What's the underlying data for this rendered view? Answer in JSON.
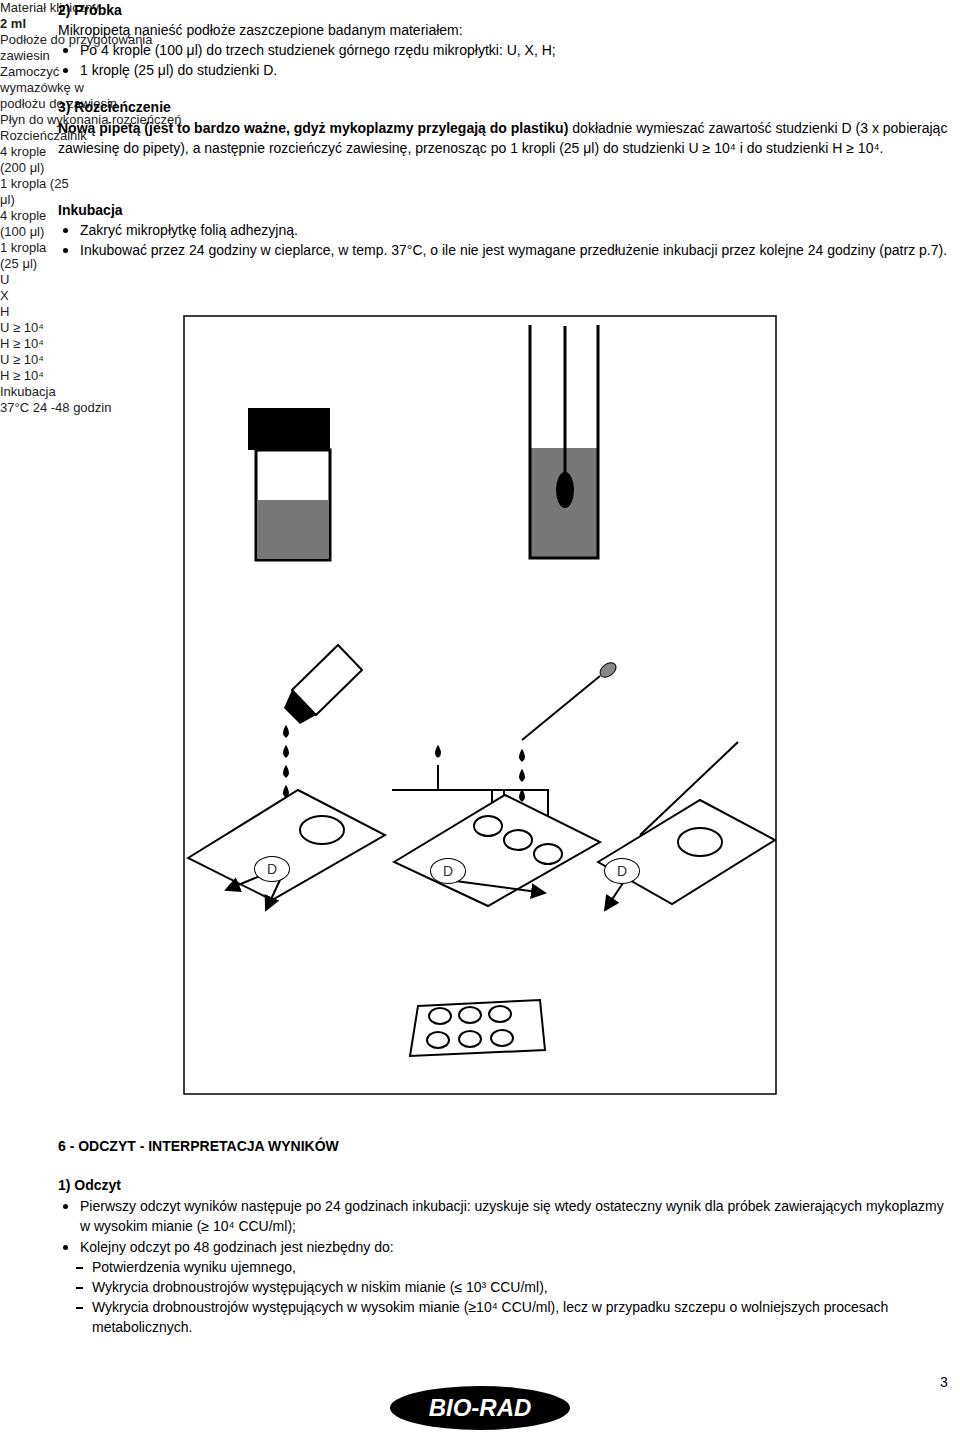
{
  "diagram": {
    "nodes": [
      {
        "text": [
          "D"
        ]
      },
      {
        "text": [
          "D"
        ]
      },
      {
        "text": [
          "D"
        ]
      }
    ],
    "labels": [
      "2) Próbka",
      "Mikropipetą nanieść podłoże zaszczepione badanym materiałem:",
      "Po 4 krople (100 μl) do trzech studzienek górnego rzędu mikropłytki: U, X, H;",
      "1 kroplę (25 μl) do studzienki D.",
      "3) Rozcieńczenie",
      "Nową pipetą (jest to bardzo ważne, gdyż mykoplazmy przylegają do plastiku)",
      "dokładnie wymieszać zawartość studzienki D (3 x pobierając zawiesinę do pipety), a następnie rozcieńczyć zawiesinę, przenosząc po 1 kropli (25 μl) do studzienki U ≥ 10⁴ i do studzienki H ≥ 10⁴.",
      "Inkubacja",
      "Zakryć mikropłytkę folią adhezyjną.",
      "Inkubować przez 24 godziny w cieplarce, w temp. 37°C, o ile nie jest wymagane przedłużenie inkubacji przez kolejne 24 godziny (patrz p.7).",
      "Materiał kliniczny",
      "2 ml",
      "Podłoże do przygotowania zawiesin",
      "Zamoczyć wymazówkę w podłożu do zawiesin",
      "Płyn do wykonania rozcieńczeń",
      "Rozcieńczalnik",
      "4 krople (200 μl)",
      "1 kropla (25 μl)",
      "4 krople (100 μl)",
      "1 kropla (25 μl)",
      "U",
      "X",
      "H",
      "U ≥ 10⁴",
      "H ≥ 10⁴",
      "U ≥ 10⁴",
      "H ≥ 10⁴",
      "Inkubacja",
      "37°C 24 -48 godzin",
      "6 - ODCZYT - INTERPRETACJA WYNIKÓW",
      "1) Odczyt",
      "Pierwszy odczyt wyników następuje po 24 godzinach inkubacji: uzyskuje się wtedy ostateczny wynik dla próbek zawierających mykoplazmy w wysokim mianie (≥ 10⁴ CCU/ml);",
      "Kolejny odczyt po 48 godzinach jest niezbędny do:",
      "Potwierdzenia wyniku ujemnego,",
      "Wykrycia drobnoustrojów występujących w niskim mianie (≤ 10³ CCU/ml),",
      "Wykrycia drobnoustrojów występujących w wysokim mianie (≥10⁴ CCU/ml), lecz w przypadku szczepu o wolniejszych procesach metabolicznych.",
      "3",
      "BIO-RAD"
    ]
  }
}
